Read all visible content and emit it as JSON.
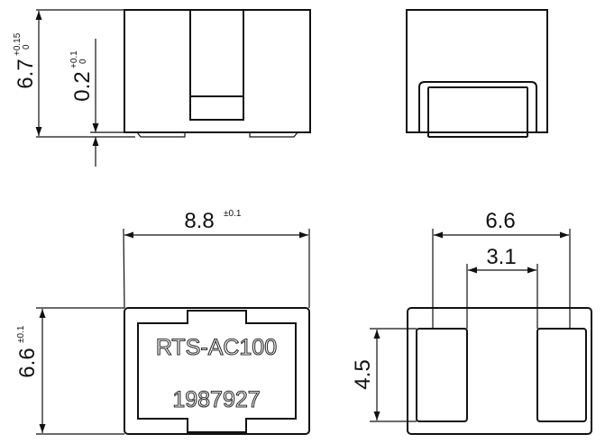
{
  "views": {
    "front": {
      "height": "6.7",
      "height_tol_upper": "+0.15",
      "height_tol_lower": "0",
      "standoff": "0.2",
      "standoff_tol_upper": "+0.1",
      "standoff_tol_lower": "0"
    },
    "side": {},
    "top": {
      "width": "8.8",
      "width_tol": "±0.1",
      "depth": "6.6",
      "depth_tol": "±0.1",
      "marking_line1": "RTS-AC100",
      "marking_line2": "1987927"
    },
    "footprint": {
      "outer_span": "6.6",
      "inner_gap": "3.1",
      "pad_length": "4.5"
    }
  }
}
